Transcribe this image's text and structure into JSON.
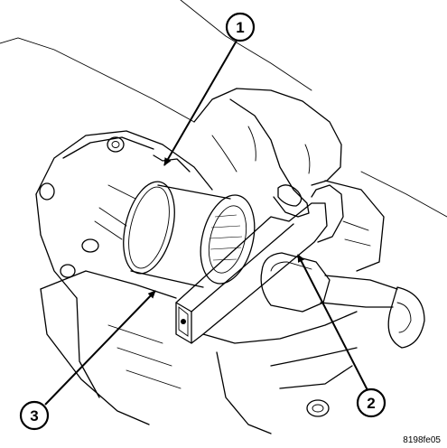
{
  "callouts": [
    {
      "id": "callout-1",
      "label": "1"
    },
    {
      "id": "callout-2",
      "label": "2"
    },
    {
      "id": "callout-3",
      "label": "3"
    }
  ],
  "figure_id": "8198fe05"
}
